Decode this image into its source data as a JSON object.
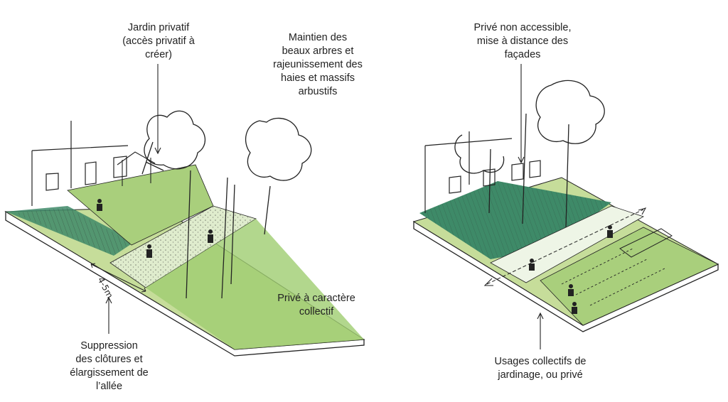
{
  "colors": {
    "light_green": "#c6dd9a",
    "mid_green": "#a9cf7c",
    "grass_green": "#9fcd70",
    "dark_green": "#3e8a68",
    "very_light_green": "#dfeccd",
    "path_light": "#eef5e6",
    "ink": "#222222"
  },
  "left_sketch": {
    "label_jardin": [
      "Jardin privatif",
      "(accès privatif à",
      "créer)"
    ],
    "label_maintien": [
      "Maintien des",
      "beaux arbres et",
      "rajeunissement des",
      "haies et massifs",
      "arbustifs"
    ],
    "label_prive_collectif": [
      "Privé à caractère",
      "collectif"
    ],
    "label_suppression": [
      "Suppression",
      "des clôtures et",
      "élargissement de",
      "l’allée"
    ],
    "dimension": "4-5m"
  },
  "right_sketch": {
    "label_prive_non_accessible": [
      "Privé non accessible,",
      "mise à distance des",
      "façades"
    ],
    "label_usages": [
      "Usages collectifs de",
      "jardinage, ou privé"
    ]
  }
}
